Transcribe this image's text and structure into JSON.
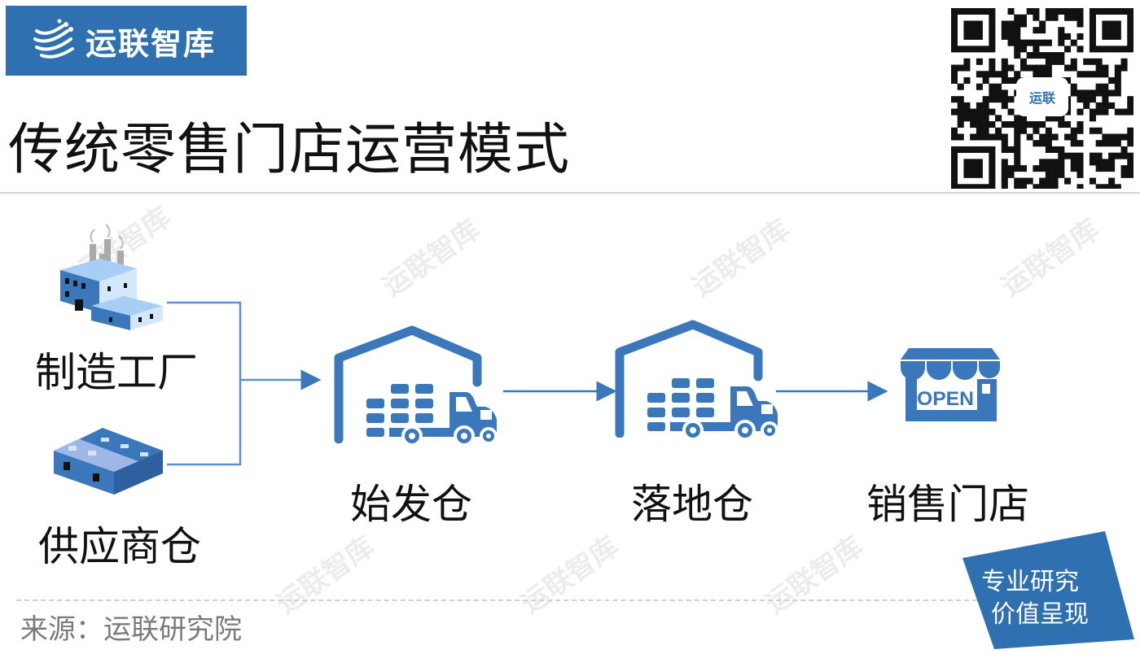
{
  "logo": {
    "text": "运联智库",
    "icon": "globe-swoosh-icon"
  },
  "title": "传统零售门店运营模式",
  "qr": {
    "center_text": "运联"
  },
  "nodes": {
    "factory": "制造工厂",
    "supplier": "供应商仓",
    "origin_warehouse": "始发仓",
    "landing_warehouse": "落地仓",
    "store": "销售门店",
    "store_sign": "OPEN"
  },
  "source": "来源：运联研究院",
  "badge": {
    "line1": "专业研究",
    "line2": "价值呈现"
  },
  "watermark": "运联智库",
  "colors": {
    "brand": "#2e70b0",
    "icon": "#3a78bb",
    "connector": "#5b8fd6"
  }
}
